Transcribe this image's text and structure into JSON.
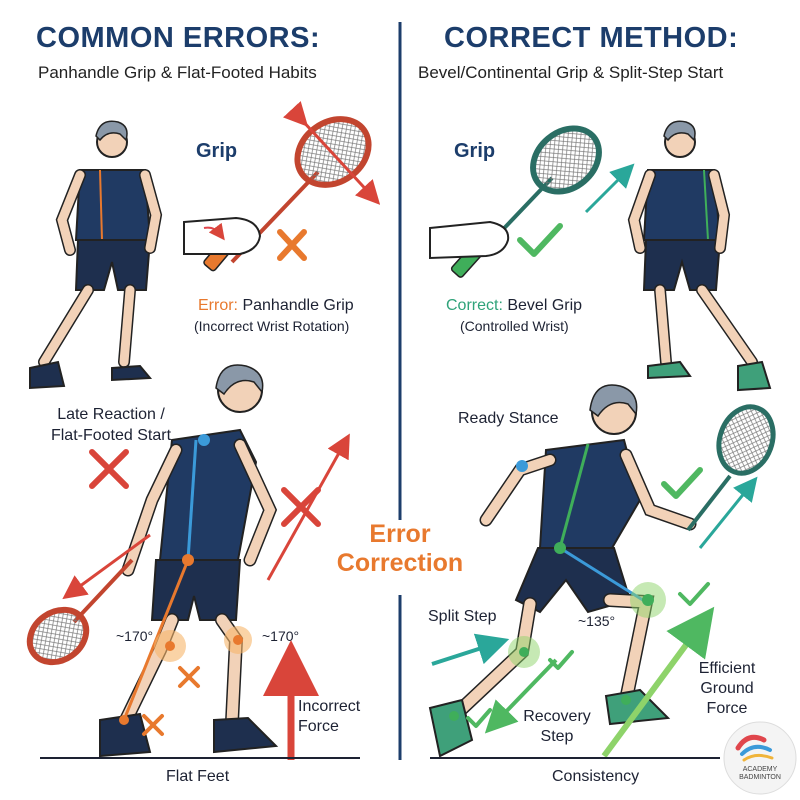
{
  "left": {
    "heading": "COMMON ERRORS:",
    "subheading": "Panhandle Grip & Flat-Footed Habits",
    "grip_label": "Grip",
    "error_prefix": "Error:",
    "error_text": "Panhandle Grip",
    "error_note": "(Incorrect Wrist Rotation)",
    "late_line1": "Late Reaction /",
    "late_line2": "Flat-Footed Start",
    "angle_left": "~170°",
    "angle_right": "~170°",
    "force_line1": "Incorrect",
    "force_line2": "Force",
    "footer": "Flat Feet"
  },
  "center": {
    "line1": "Error",
    "line2": "Correction"
  },
  "right": {
    "heading": "CORRECT METHOD:",
    "subheading": "Bevel/Continental Grip & Split-Step Start",
    "grip_label": "Grip",
    "correct_prefix": "Correct:",
    "correct_text": "Bevel Grip",
    "correct_note": "(Controlled Wrist)",
    "ready_stance": "Ready Stance",
    "split_step": "Split Step",
    "angle": "~135°",
    "recovery_line1": "Recovery",
    "recovery_line2": "Step",
    "efficient_line1": "Efficient",
    "efficient_line2": "Ground",
    "efficient_line3": "Force",
    "footer": "Consistency"
  },
  "logo": {
    "line1": "ACADEMY",
    "line2": "BADMINTON"
  },
  "colors": {
    "navy": "#1c3d6b",
    "error_orange": "#e8792e",
    "error_red": "#d9453a",
    "correct_green": "#3fae5a",
    "teal": "#2aa79a"
  },
  "icons": [
    "player-figure",
    "racket-icon",
    "hand-icon",
    "cross-icon",
    "check-icon",
    "arrow-icon"
  ]
}
